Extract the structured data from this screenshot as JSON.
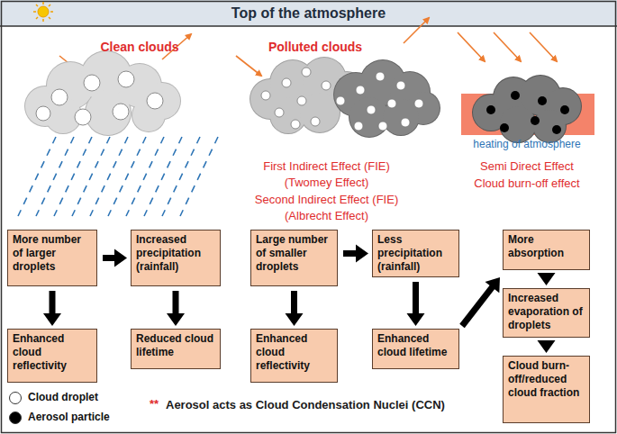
{
  "diagram": {
    "title": "Top of the atmosphere",
    "nodes": [
      {
        "text": [
          "More number of larger droplets"
        ]
      },
      {
        "text": [
          "Increased precipitation (rainfall)"
        ]
      },
      {
        "text": [
          "Enhanced cloud reflectivity"
        ]
      },
      {
        "text": [
          "Reduced cloud lifetime"
        ]
      },
      {
        "text": [
          "Large number of smaller droplets"
        ]
      },
      {
        "text": [
          "Less precipitation (rainfall)"
        ]
      },
      {
        "text": [
          "Enhanced cloud reflectivity"
        ]
      },
      {
        "text": [
          "Enhanced cloud lifetime"
        ]
      },
      {
        "text": [
          "More absorption"
        ]
      },
      {
        "text": [
          "Increased evaporation of droplets"
        ]
      },
      {
        "text": [
          "Cloud burn-off/reduced cloud fraction"
        ]
      }
    ],
    "edges": [
      {
        "from": 0,
        "to": 1,
        "arrow": "to"
      },
      {
        "from": 0,
        "to": 2,
        "arrow": "to"
      },
      {
        "from": 1,
        "to": 3,
        "arrow": "to"
      },
      {
        "from": 4,
        "to": 5,
        "arrow": "to"
      },
      {
        "from": 4,
        "to": 6,
        "arrow": "to"
      },
      {
        "from": 5,
        "to": 7,
        "arrow": "to"
      },
      {
        "from": 7,
        "to": 8,
        "arrow": "to"
      },
      {
        "from": 8,
        "to": 9,
        "arrow": "to"
      },
      {
        "from": 9,
        "to": 10,
        "arrow": "to"
      }
    ],
    "labels": [
      "Clean clouds",
      "Polluted clouds",
      "heating of atmosphere",
      "First Indirect Effect (FIE)",
      "(Twomey Effect)",
      "Second Indirect Effect (FIE)",
      "(Albrecht Effect)",
      "Semi Direct Effect",
      "Cloud burn-off effect",
      "**",
      "Aerosol acts as Cloud Condensation Nuclei (CCN)"
    ],
    "legend": [
      {
        "text": "Cloud droplet"
      },
      {
        "text": "Aerosol particle"
      }
    ]
  }
}
